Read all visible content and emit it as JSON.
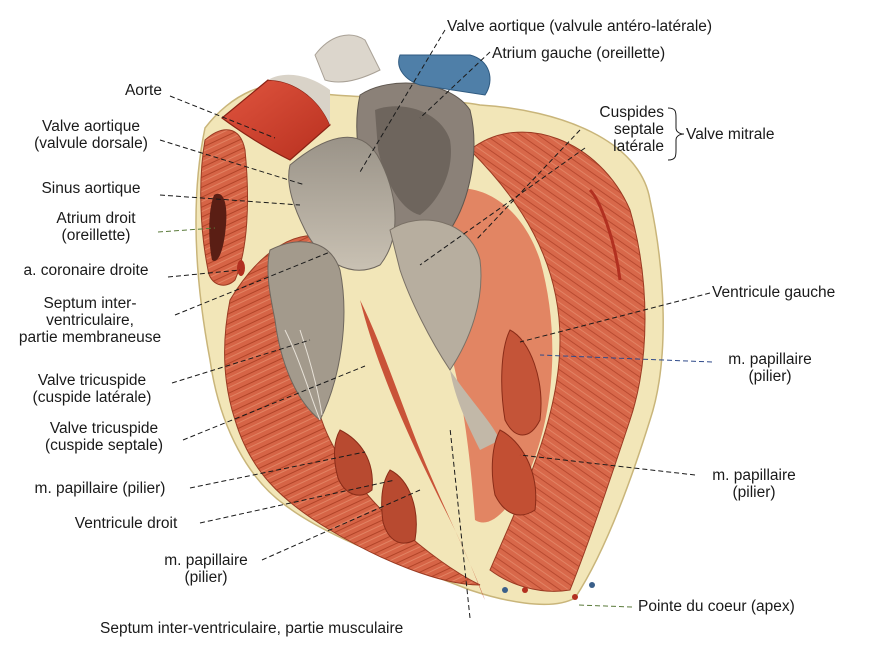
{
  "labels": {
    "aorte": "Aorte",
    "valve_aortique_dorsale_1": "Valve aortique",
    "valve_aortique_dorsale_2": "(valvule dorsale)",
    "sinus_aortique": "Sinus aortique",
    "atrium_droit_1": "Atrium droit",
    "atrium_droit_2": "(oreillette)",
    "coronaire_droite": "a. coronaire droite",
    "septum_membraneuse_1": "Septum inter-",
    "septum_membraneuse_2": "ventriculaire,",
    "septum_membraneuse_3": "partie membraneuse",
    "tricuspide_laterale_1": "Valve tricuspide",
    "tricuspide_laterale_2": "(cuspide latérale)",
    "tricuspide_septale_1": "Valve tricuspide",
    "tricuspide_septale_2": "(cuspide septale)",
    "papillaire_left": "m. papillaire (pilier)",
    "ventricule_droit": "Ventricule droit",
    "papillaire_bottom_1": "m. papillaire",
    "papillaire_bottom_2": "(pilier)",
    "septum_musculaire": "Septum inter-ventriculaire, partie musculaire",
    "valve_aortique_antero": "Valve aortique (valvule antéro-latérale)",
    "atrium_gauche": "Atrium gauche (oreillette)",
    "cuspides_1": "Cuspides",
    "cuspides_2": "septale",
    "cuspides_3": "latérale",
    "valve_mitrale": "Valve mitrale",
    "ventricule_gauche": "Ventricule gauche",
    "papillaire_right_1a": "m. papillaire",
    "papillaire_right_1b": "(pilier)",
    "papillaire_right_2a": "m. papillaire",
    "papillaire_right_2b": "(pilier)",
    "pointe": "Pointe du coeur (apex)"
  }
}
